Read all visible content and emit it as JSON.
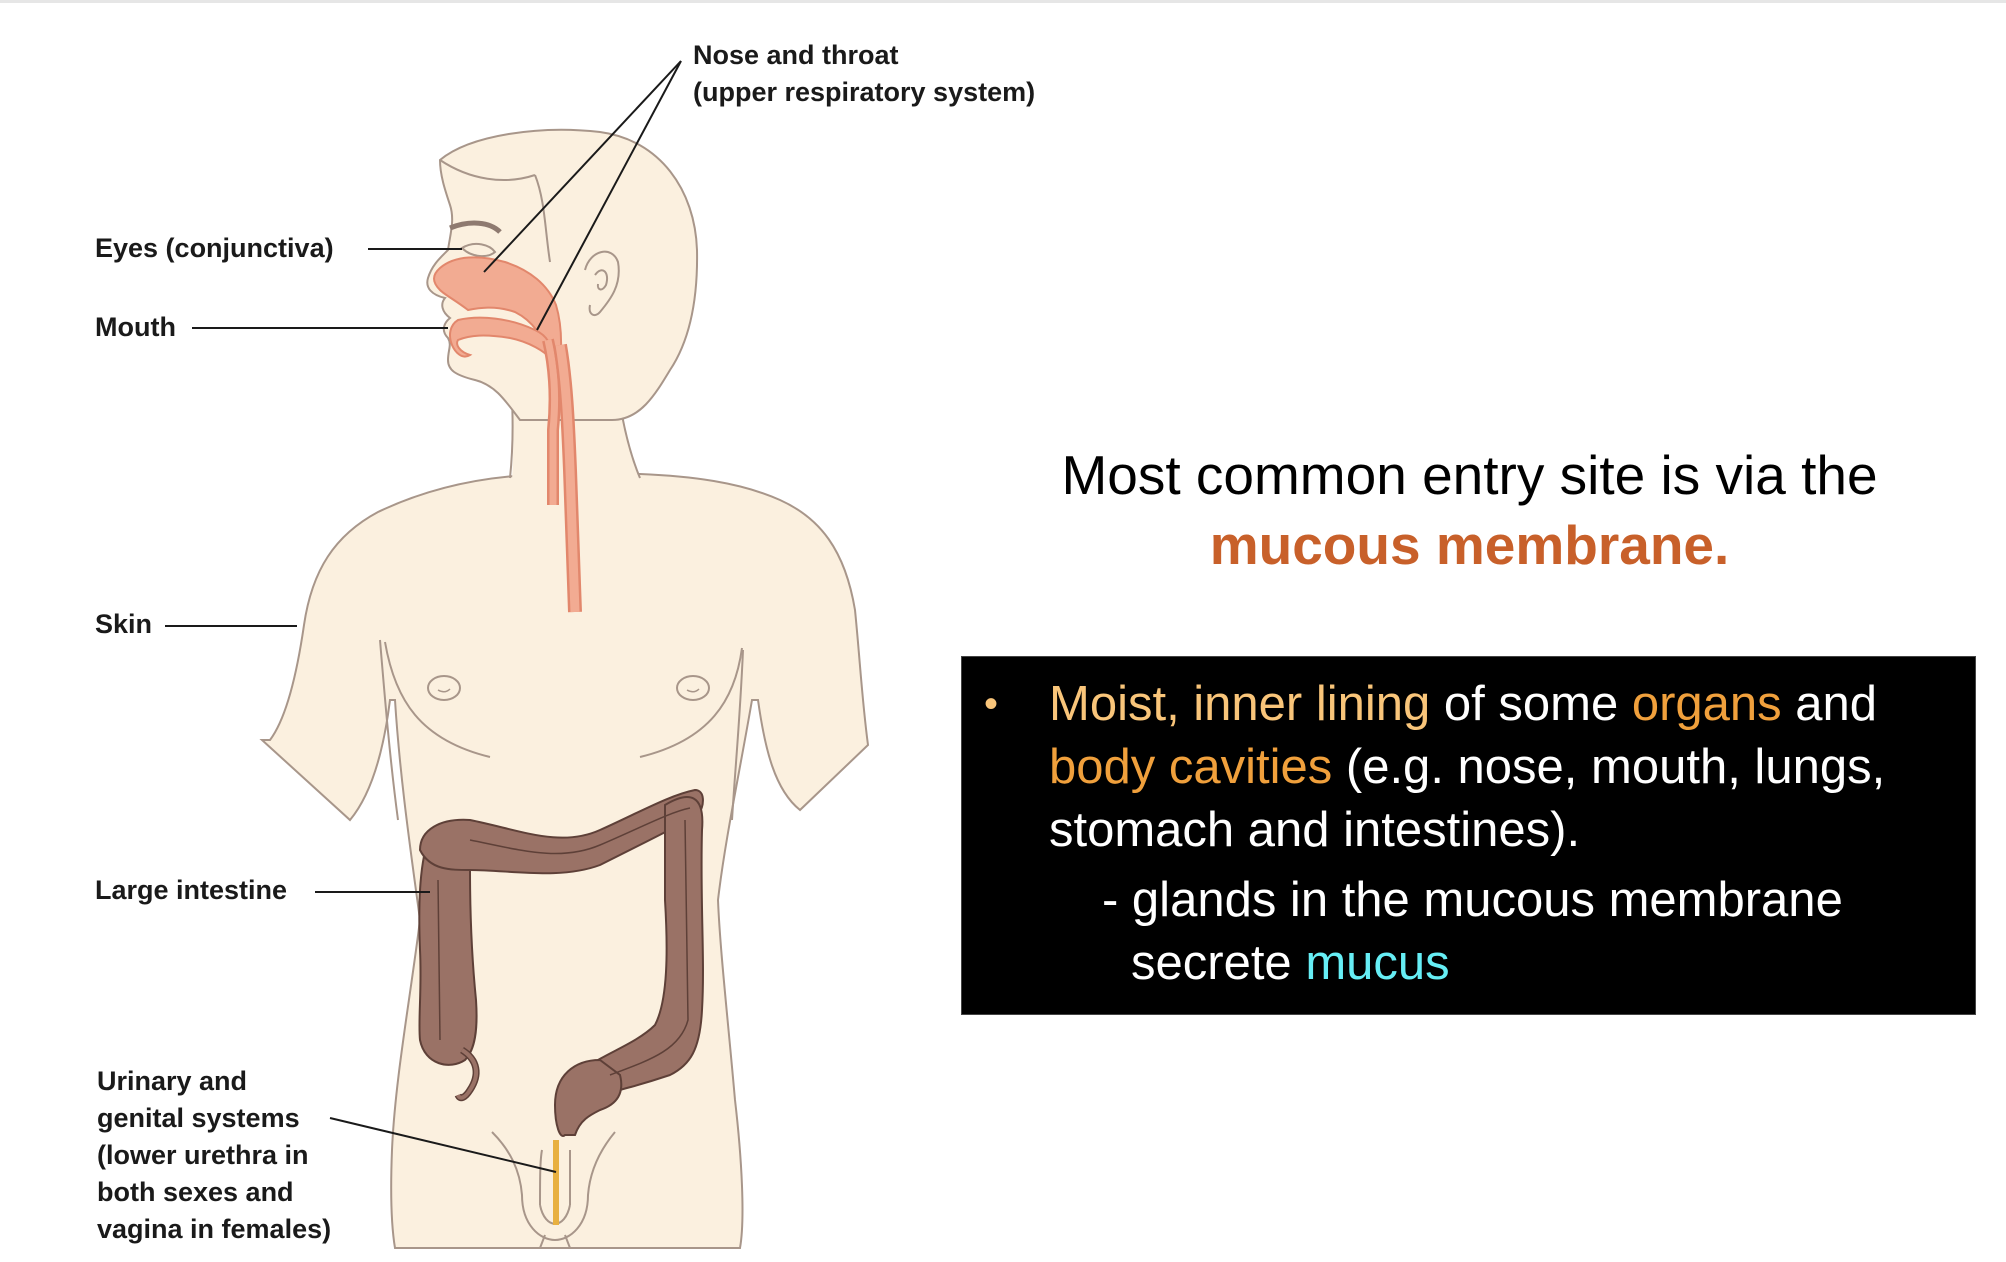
{
  "colors": {
    "skin_fill": "#fbf0df",
    "skin_outline": "#a8968a",
    "mucosa_pink": "#f2ab92",
    "mucosa_edge": "#e2876c",
    "intestine": "#9a7266",
    "intestine_outline": "#5e4038",
    "urethra": "#e8b040",
    "headline_emphasis": "#c8602a",
    "box_background": "#000000",
    "peach": "#f9c57a",
    "orange": "#f0a03c",
    "cyan": "#66eef5"
  },
  "figure": {
    "labels": {
      "nose_throat_line1": "Nose and throat",
      "nose_throat_line2": "(upper respiratory system)",
      "eyes": "Eyes (conjunctiva)",
      "mouth": "Mouth",
      "skin": "Skin",
      "large_intestine": "Large intestine",
      "urinary_line1": "Urinary and",
      "urinary_line2": "genital systems",
      "urinary_line3": "(lower urethra in",
      "urinary_line4": "both sexes and",
      "urinary_line5": "vagina in females)"
    }
  },
  "headline": {
    "line1": "Most common entry site is via the",
    "emphasis": "mucous membrane."
  },
  "info_box": {
    "bullet": "•",
    "segments": [
      {
        "text": "Moist, inner lining",
        "color": "peach"
      },
      {
        "text": " of some ",
        "color": "white"
      },
      {
        "text": "organs",
        "color": "orange"
      },
      {
        "text": " and ",
        "color": "white"
      },
      {
        "text": "body cavities",
        "color": "orange"
      },
      {
        "text": " (e.g. nose, mouth, lungs, stomach and intestines).",
        "color": "white"
      }
    ],
    "seg_moist": "Moist, inner lining",
    "seg_of_some": " of some ",
    "seg_organs": "organs",
    "seg_and": " and ",
    "seg_body_cavities": "body cavities",
    "seg_examples": " (e.g. nose, mouth, lungs, stomach and intestines).",
    "sub_line1": "- glands in the mucous membrane",
    "sub_line2_prefix": "secrete ",
    "sub_line2_highlight": "mucus"
  }
}
